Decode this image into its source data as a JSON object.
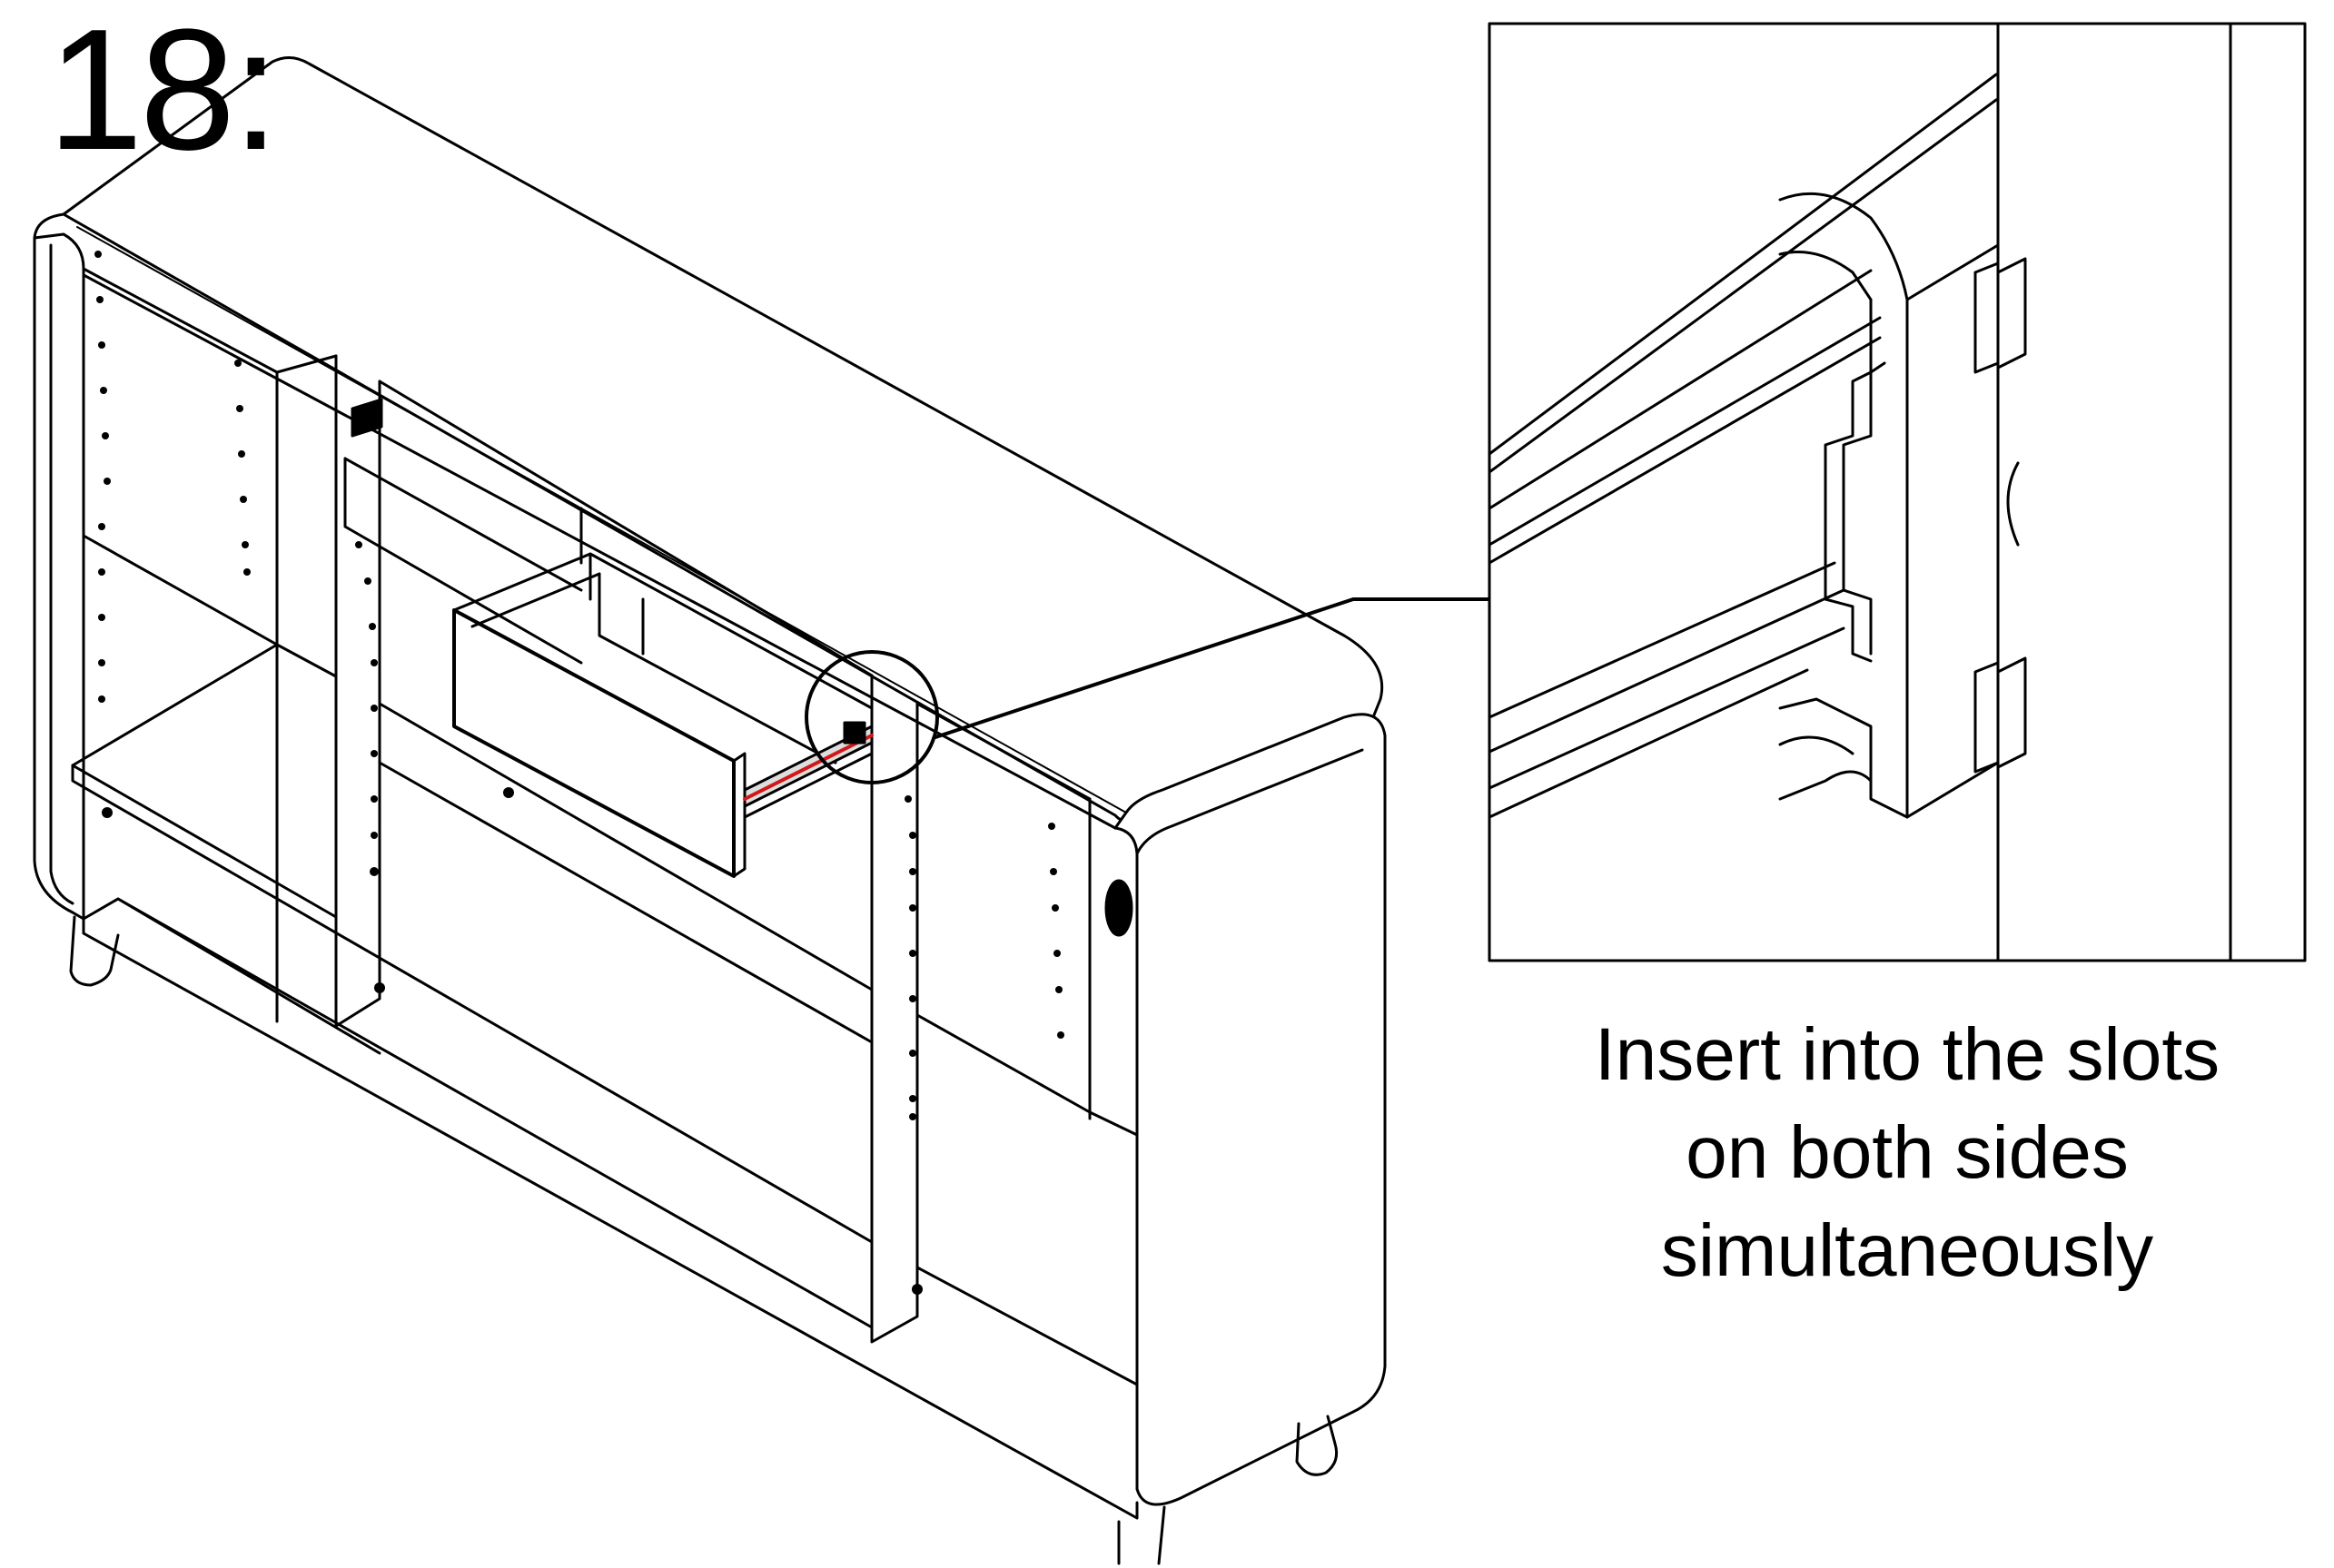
{
  "step": {
    "label": "18:"
  },
  "instruction": {
    "line1": "Insert into the slots",
    "line2": "on both sides",
    "line3": "simultaneously"
  },
  "colors": {
    "line": "#000000",
    "background": "#ffffff",
    "rail_highlight": "#d01818"
  }
}
